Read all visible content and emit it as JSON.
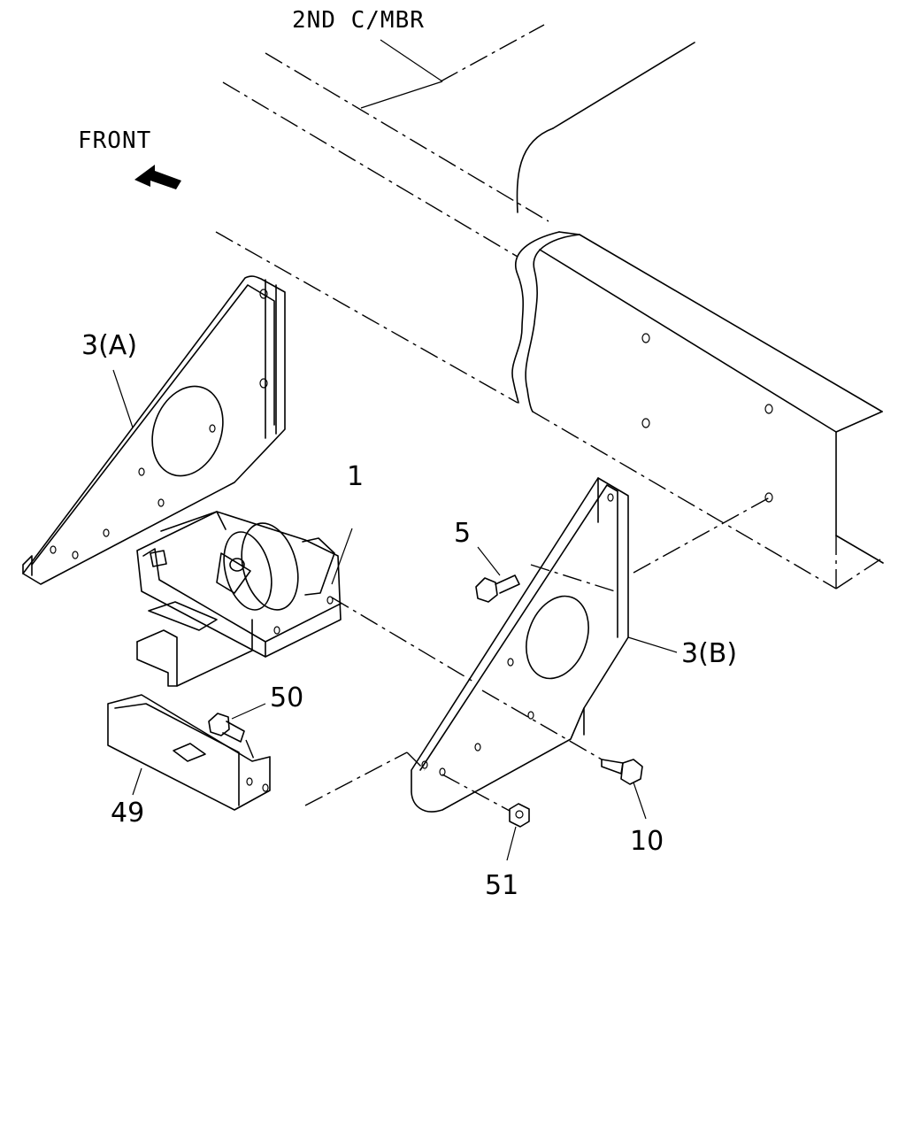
{
  "diagram": {
    "reference_label": "2ND C/MBR",
    "direction_label": "FRONT",
    "direction_icon": "arrow-left-icon",
    "callouts": [
      {
        "id": "bracket-a",
        "text": "3(A)"
      },
      {
        "id": "mount",
        "text": "1"
      },
      {
        "id": "bolt-5",
        "text": "5"
      },
      {
        "id": "bracket-b",
        "text": "3(B)"
      },
      {
        "id": "bolt-50",
        "text": "50"
      },
      {
        "id": "cover-49",
        "text": "49"
      },
      {
        "id": "bolt-10",
        "text": "10"
      },
      {
        "id": "nut-51",
        "text": "51"
      }
    ]
  }
}
